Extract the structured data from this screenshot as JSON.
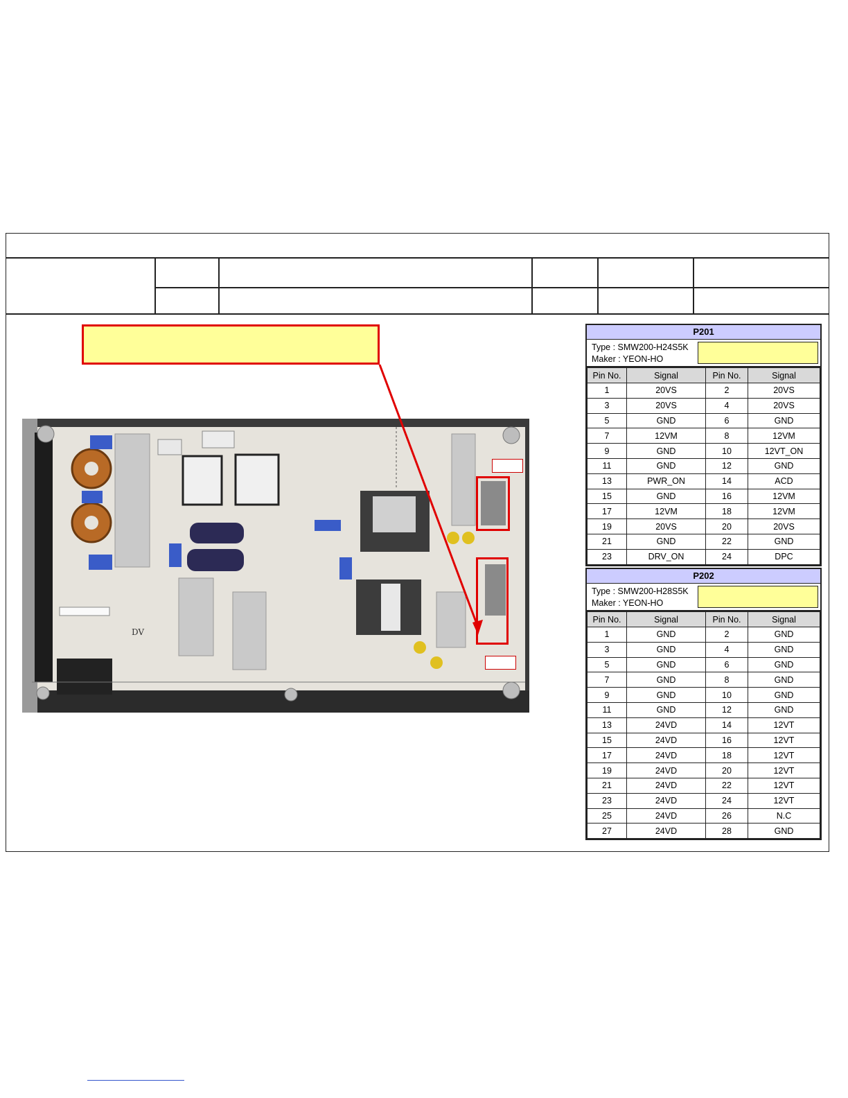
{
  "callout": {
    "text": ""
  },
  "connectors": [
    {
      "id": "P201",
      "title": "P201",
      "type_text": "Type : SMW200-H24S5K",
      "maker_text": "Maker : YEON-HO",
      "headers": [
        "Pin No.",
        "Signal",
        "Pin No.",
        "Signal"
      ],
      "rows": [
        [
          "1",
          "20VS",
          "2",
          "20VS"
        ],
        [
          "3",
          "20VS",
          "4",
          "20VS"
        ],
        [
          "5",
          "GND",
          "6",
          "GND"
        ],
        [
          "7",
          "12VM",
          "8",
          "12VM"
        ],
        [
          "9",
          "GND",
          "10",
          "12VT_ON"
        ],
        [
          "11",
          "GND",
          "12",
          "GND"
        ],
        [
          "13",
          "PWR_ON",
          "14",
          "ACD"
        ],
        [
          "15",
          "GND",
          "16",
          "12VM"
        ],
        [
          "17",
          "12VM",
          "18",
          "12VM"
        ],
        [
          "19",
          "20VS",
          "20",
          "20VS"
        ],
        [
          "21",
          "GND",
          "22",
          "GND"
        ],
        [
          "23",
          "DRV_ON",
          "24",
          "DPC"
        ]
      ]
    },
    {
      "id": "P202",
      "title": "P202",
      "type_text": "Type : SMW200-H28S5K",
      "maker_text": "Maker : YEON-HO",
      "headers": [
        "Pin No.",
        "Signal",
        "Pin No.",
        "Signal"
      ],
      "rows": [
        [
          "1",
          "GND",
          "2",
          "GND"
        ],
        [
          "3",
          "GND",
          "4",
          "GND"
        ],
        [
          "5",
          "GND",
          "6",
          "GND"
        ],
        [
          "7",
          "GND",
          "8",
          "GND"
        ],
        [
          "9",
          "GND",
          "10",
          "GND"
        ],
        [
          "11",
          "GND",
          "12",
          "GND"
        ],
        [
          "13",
          "24VD",
          "14",
          "12VT"
        ],
        [
          "15",
          "24VD",
          "16",
          "12VT"
        ],
        [
          "17",
          "24VD",
          "18",
          "12VT"
        ],
        [
          "19",
          "24VD",
          "20",
          "12VT"
        ],
        [
          "21",
          "24VD",
          "22",
          "12VT"
        ],
        [
          "23",
          "24VD",
          "24",
          "12VT"
        ],
        [
          "25",
          "24VD",
          "26",
          "N.C"
        ],
        [
          "27",
          "24VD",
          "28",
          "GND"
        ]
      ]
    }
  ],
  "board_photo": {
    "silkscreen_text": "DV"
  },
  "colors": {
    "highlight": "#ffff99",
    "callout_border": "#e00000",
    "table_header": "#ccccff"
  }
}
